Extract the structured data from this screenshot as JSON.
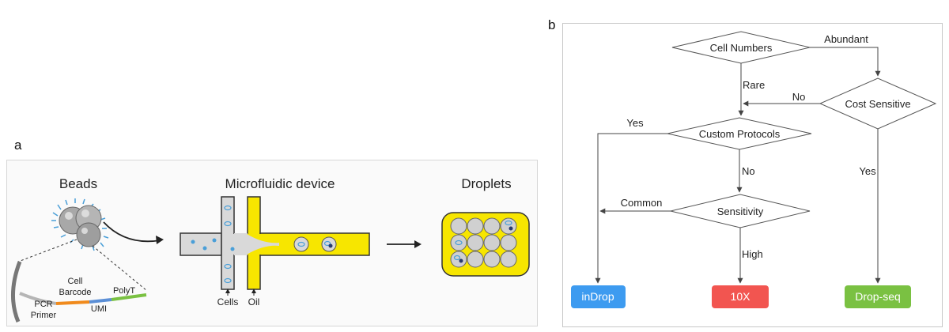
{
  "panel_a": {
    "letter": "a",
    "beads_title": "Beads",
    "device_title": "Microfluidic device",
    "droplets_title": "Droplets",
    "bead_labels": {
      "cell": "Cell",
      "barcode": "Barcode",
      "polyt": "PolyT",
      "pcr": "PCR",
      "primer": "Primer",
      "umi": "UMI"
    },
    "inlet_labels": {
      "cells": "Cells",
      "oil": "Oil"
    },
    "colors": {
      "oil": "#f7e600",
      "channel": "#d9d9d9",
      "cell": "#4a9fd8",
      "barcode": "#f08a1c",
      "umi": "#5b8fd6",
      "polyt": "#7ac142"
    }
  },
  "panel_b": {
    "letter": "b",
    "decisions": {
      "cell_numbers": "Cell Numbers",
      "cost_sensitive": "Cost Sensitive",
      "custom_protocols": "Custom Protocols",
      "sensitivity": "Sensitivity"
    },
    "edges": {
      "abundant": "Abundant",
      "rare": "Rare",
      "no_cost": "No",
      "yes_custom": "Yes",
      "no_custom": "No",
      "yes_cost": "Yes",
      "common": "Common",
      "high": "High"
    },
    "outcomes": {
      "indrop": "inDrop",
      "tenx": "10X",
      "dropseq": "Drop-seq"
    },
    "outcome_colors": {
      "indrop": "#3d9bf0",
      "tenx": "#f25550",
      "dropseq": "#7ac142"
    }
  }
}
